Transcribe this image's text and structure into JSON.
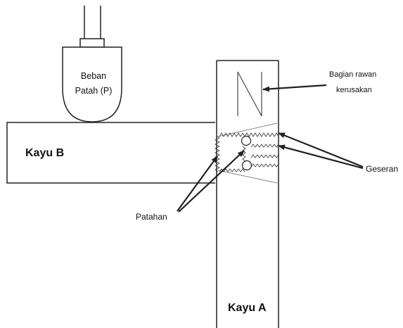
{
  "labels": {
    "load_line1": "Beban",
    "load_line2": "Patah (P)",
    "vulnerable_line1": "Bagian rawan",
    "vulnerable_line2": "kerusakan",
    "wood_b": "Kayu B",
    "wood_a": "Kayu A",
    "shear": "Geseran",
    "fracture": "Patahan"
  },
  "colors": {
    "stroke": "#222222",
    "guide": "#888888",
    "background": "#ffffff"
  },
  "icons": {
    "fastener": "round-peg",
    "letter_mark": "N-shaped-mark"
  }
}
